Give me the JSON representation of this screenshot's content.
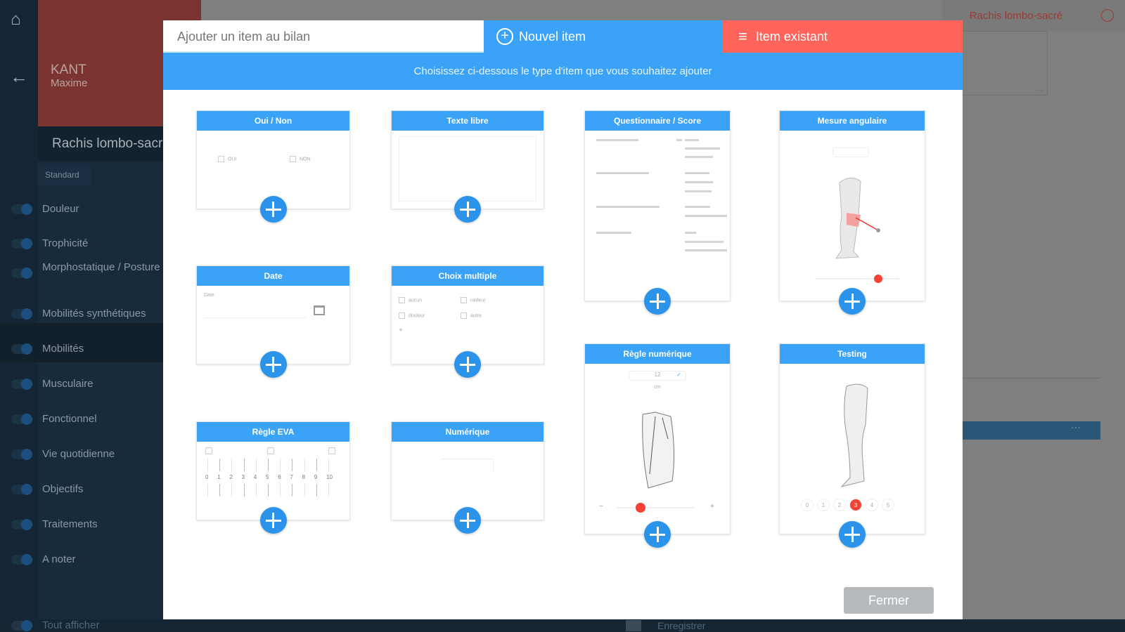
{
  "patient": {
    "last_name": "KANT",
    "first_name": "Maxime"
  },
  "section_title": "Rachis lombo-sacré",
  "tab_standard": "Standard",
  "sidebar": {
    "items": [
      {
        "label": "Douleur"
      },
      {
        "label": "Trophicité"
      },
      {
        "label": "Morphostatique / Posture"
      },
      {
        "label": "Mobilités synthétiques"
      },
      {
        "label": "Mobilités",
        "selected": true
      },
      {
        "label": "Musculaire"
      },
      {
        "label": "Fonctionnel"
      },
      {
        "label": "Vie quotidienne"
      },
      {
        "label": "Objectifs"
      },
      {
        "label": "Traitements"
      },
      {
        "label": "A noter"
      }
    ],
    "show_all": "Tout afficher"
  },
  "background": {
    "header_title": "Rachis lombo-sacré",
    "bar_menu": "···",
    "card_menu": "···",
    "bottom_label": "Enregistrer"
  },
  "modal": {
    "title": "Ajouter un item au bilan",
    "tab_new": "Nouvel item",
    "tab_existing": "Item existant",
    "instruction": "Choisissez ci-dessous le type d'item que vous souhaitez ajouter",
    "close": "Fermer",
    "colors": {
      "primary": "#3aa3f7",
      "existing": "#ff645a",
      "accent": "#f44336"
    },
    "cards": {
      "yesno": {
        "title": "Oui / Non",
        "options": [
          "OUI",
          "NON"
        ]
      },
      "freetext": {
        "title": "Texte libre"
      },
      "score": {
        "title": "Questionnaire / Score"
      },
      "angle": {
        "title": "Mesure angulaire",
        "slider_value": 0.75
      },
      "date": {
        "title": "Date",
        "field_label": "Date"
      },
      "multi": {
        "title": "Choix multiple",
        "options": [
          "aucun",
          "douleur",
          "raideur",
          "autre"
        ]
      },
      "numruler": {
        "title": "Règle numérique",
        "value": "12",
        "unit": "cm",
        "slider_value": 0.3
      },
      "eva": {
        "title": "Règle EVA",
        "ticks": [
          "0",
          "1",
          "2",
          "3",
          "4",
          "5",
          "6",
          "7",
          "8",
          "9",
          "10"
        ]
      },
      "numeric": {
        "title": "Numérique"
      },
      "testing": {
        "title": "Testing",
        "scale": [
          "0",
          "1",
          "2",
          "3",
          "4",
          "5"
        ],
        "selected": "3"
      }
    }
  }
}
